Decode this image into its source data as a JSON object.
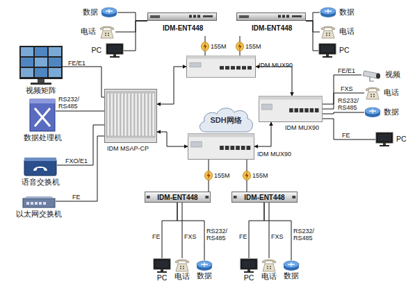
{
  "diagram": {
    "nodes": [
      {
        "text": [
          "IDM-ENT448"
        ]
      },
      {
        "text": [
          "IDM-ENT448"
        ]
      },
      {
        "text": [
          "IDM MUX90"
        ]
      },
      {
        "text": [
          "SDH网络"
        ]
      },
      {
        "text": [
          "IDM MSAP-CP"
        ]
      },
      {
        "text": [
          "IDM MUX90"
        ]
      },
      {
        "text": [
          "IDM MUX90"
        ]
      },
      {
        "text": [
          "IDM-ENT448"
        ]
      },
      {
        "text": [
          "IDM-ENT448"
        ]
      },
      {
        "text": [
          "视频矩阵"
        ]
      },
      {
        "text": [
          "数据处理机"
        ]
      },
      {
        "text": [
          "语音交换机"
        ]
      },
      {
        "text": [
          "以太网交换机"
        ]
      },
      {
        "text": [
          "数据"
        ]
      },
      {
        "text": [
          "电话"
        ]
      },
      {
        "text": [
          "PC"
        ]
      },
      {
        "text": [
          "数据"
        ]
      },
      {
        "text": [
          "电话"
        ]
      },
      {
        "text": [
          "PC"
        ]
      },
      {
        "text": [
          "视频"
        ]
      },
      {
        "text": [
          "电话"
        ]
      },
      {
        "text": [
          "数据"
        ]
      },
      {
        "text": [
          "PC"
        ]
      },
      {
        "text": [
          "PC"
        ]
      },
      {
        "text": [
          "电话"
        ]
      },
      {
        "text": [
          "数据"
        ]
      },
      {
        "text": [
          "PC"
        ]
      },
      {
        "text": [
          "电话"
        ]
      },
      {
        "text": [
          "数据"
        ]
      }
    ],
    "edges": [
      {
        "from": 0,
        "to": 2,
        "arrow": "none",
        "label": "155M"
      },
      {
        "from": 1,
        "to": 2,
        "arrow": "none",
        "label": "155M"
      },
      {
        "from": 4,
        "to": 2,
        "arrow": "both"
      },
      {
        "from": 2,
        "to": 5,
        "arrow": "both"
      },
      {
        "from": 5,
        "to": 6,
        "arrow": "both"
      },
      {
        "from": 6,
        "to": 4,
        "arrow": "both"
      },
      {
        "from": 6,
        "to": 7,
        "arrow": "none",
        "label": "155M"
      },
      {
        "from": 6,
        "to": 8,
        "arrow": "none",
        "label": "155M"
      },
      {
        "from": 9,
        "to": 4,
        "arrow": "none",
        "label": "FE/E1"
      },
      {
        "from": 10,
        "to": 4,
        "arrow": "none",
        "label": "RS232/ RS485"
      },
      {
        "from": 11,
        "to": 4,
        "arrow": "none",
        "label": "FXO/E1"
      },
      {
        "from": 12,
        "to": 4,
        "arrow": "none",
        "label": "FE"
      },
      {
        "from": 5,
        "to": 19,
        "arrow": "none",
        "label": "FE/E1"
      },
      {
        "from": 5,
        "to": 20,
        "arrow": "none",
        "label": "FXS"
      },
      {
        "from": 5,
        "to": 21,
        "arrow": "none",
        "label": "RS232/ RS485"
      },
      {
        "from": 5,
        "to": 22,
        "arrow": "none",
        "label": "FE"
      },
      {
        "from": 7,
        "to": 23,
        "arrow": "none",
        "label": "FE"
      },
      {
        "from": 7,
        "to": 24,
        "arrow": "none",
        "label": "FXS"
      },
      {
        "from": 7,
        "to": 25,
        "arrow": "none",
        "label": "RS232/ RS485"
      },
      {
        "from": 8,
        "to": 26,
        "arrow": "none",
        "label": "FE"
      },
      {
        "from": 8,
        "to": 27,
        "arrow": "none",
        "label": "FXS"
      },
      {
        "from": 8,
        "to": 28,
        "arrow": "none",
        "label": "RS232/ RS485"
      },
      {
        "from": 0,
        "to": 13,
        "arrow": "none"
      },
      {
        "from": 0,
        "to": 14,
        "arrow": "none"
      },
      {
        "from": 0,
        "to": 15,
        "arrow": "none"
      },
      {
        "from": 1,
        "to": 16,
        "arrow": "none"
      },
      {
        "from": 1,
        "to": 17,
        "arrow": "none"
      },
      {
        "from": 1,
        "to": 18,
        "arrow": "none"
      }
    ]
  }
}
